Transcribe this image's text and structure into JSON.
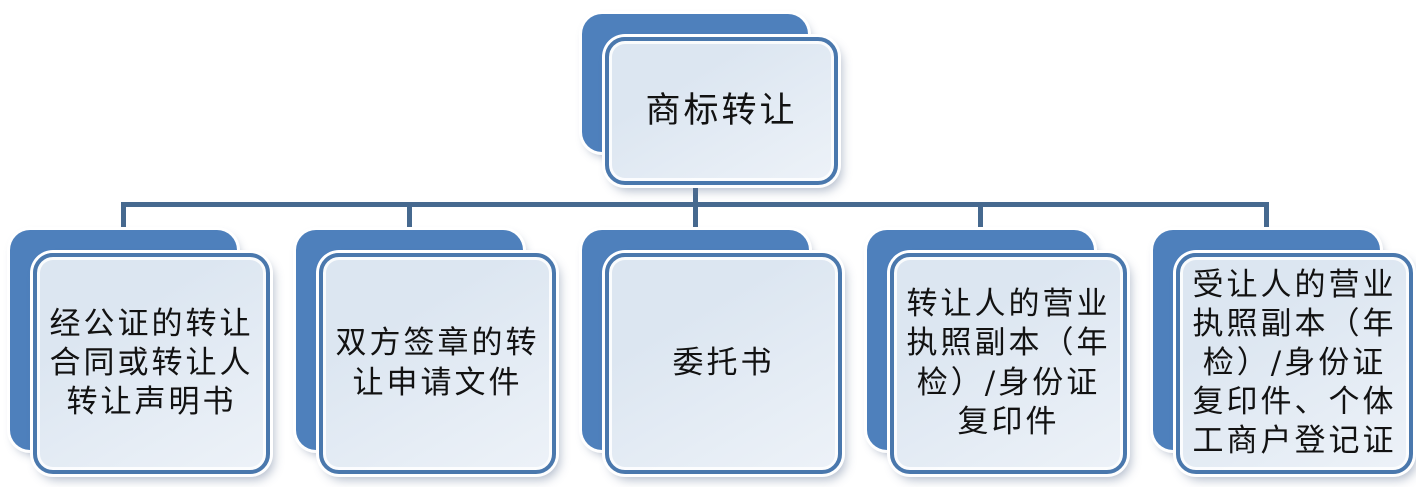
{
  "diagram": {
    "type": "hierarchy-org-chart",
    "root": {
      "label": "商标转让"
    },
    "children": [
      {
        "label": "经公证的转让\n合同或转让人\n转让声明书"
      },
      {
        "label": "双方签章的转\n让申请文件"
      },
      {
        "label": "委托书"
      },
      {
        "label": "转让人的营业\n执照副本（年\n检）/身份证\n复印件"
      },
      {
        "label": "受让人的营业\n执照副本（年\n检）/身份证\n复印件、个体\n工商户登记证"
      }
    ],
    "colors": {
      "back_fill": "#4E80BC",
      "front_fill": "#DCE6F1",
      "front_fill_light": "#EDF2F8",
      "front_border": "#4A78AD",
      "connector": "#46698F",
      "text": "#121212"
    }
  }
}
